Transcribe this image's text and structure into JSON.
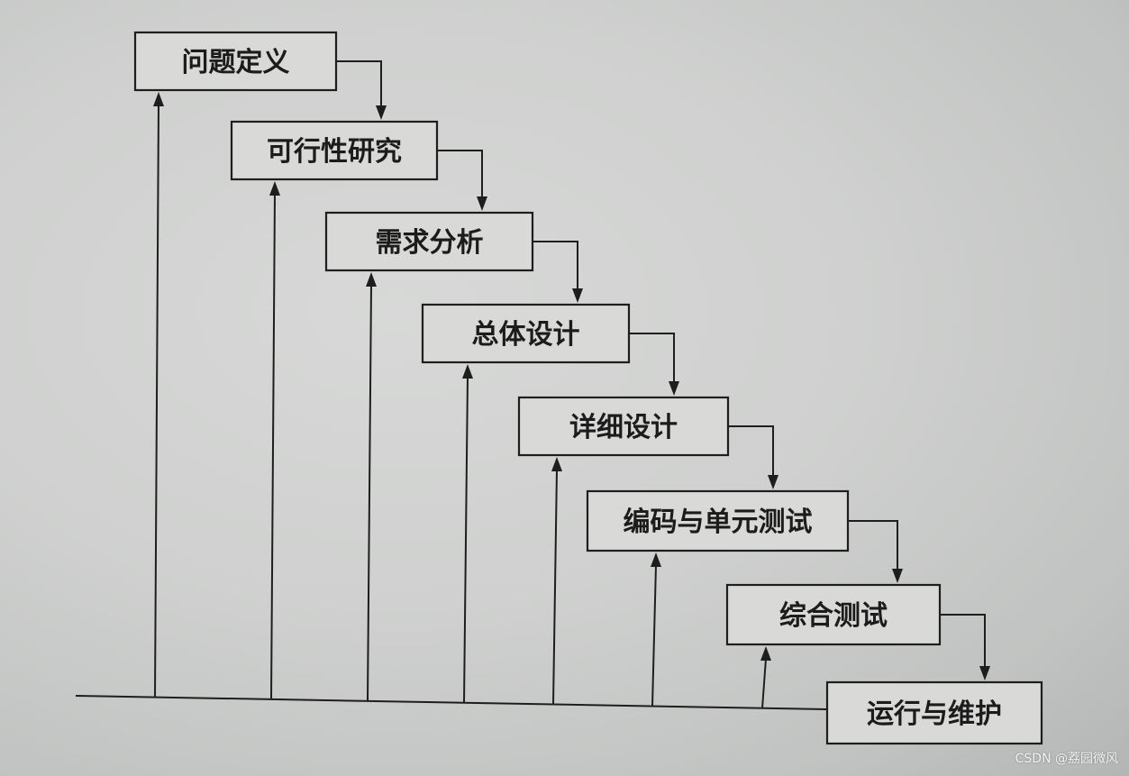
{
  "diagram": {
    "stages": [
      "问题定义",
      "可行性研究",
      "需求分析",
      "总体设计",
      "详细设计",
      "编码与单元测试",
      "综合测试",
      "运行与维护"
    ]
  },
  "watermark": "CSDN @荔园微风"
}
